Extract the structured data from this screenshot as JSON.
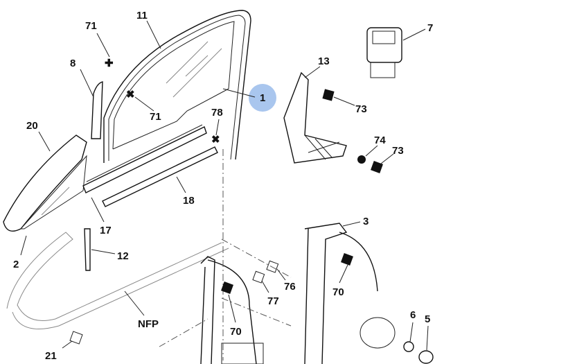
{
  "diagram": {
    "highlight_color": "#a9c6ee",
    "callouts": [
      {
        "id": "c71a",
        "text": "71"
      },
      {
        "id": "c11",
        "text": "11"
      },
      {
        "id": "c7",
        "text": "7"
      },
      {
        "id": "c8",
        "text": "8"
      },
      {
        "id": "c13",
        "text": "13"
      },
      {
        "id": "c1",
        "text": "1"
      },
      {
        "id": "c73a",
        "text": "73"
      },
      {
        "id": "c71b",
        "text": "71"
      },
      {
        "id": "c78",
        "text": "78"
      },
      {
        "id": "c20",
        "text": "20"
      },
      {
        "id": "c74",
        "text": "74"
      },
      {
        "id": "c73b",
        "text": "73"
      },
      {
        "id": "c18",
        "text": "18"
      },
      {
        "id": "c17",
        "text": "17"
      },
      {
        "id": "c3",
        "text": "3"
      },
      {
        "id": "c2",
        "text": "2"
      },
      {
        "id": "c12",
        "text": "12"
      },
      {
        "id": "c76",
        "text": "76"
      },
      {
        "id": "c70a",
        "text": "70"
      },
      {
        "id": "c77",
        "text": "77"
      },
      {
        "id": "c6",
        "text": "6"
      },
      {
        "id": "c5",
        "text": "5"
      },
      {
        "id": "cnfp",
        "text": "NFP"
      },
      {
        "id": "c70b",
        "text": "70"
      },
      {
        "id": "c21",
        "text": "21"
      }
    ]
  }
}
